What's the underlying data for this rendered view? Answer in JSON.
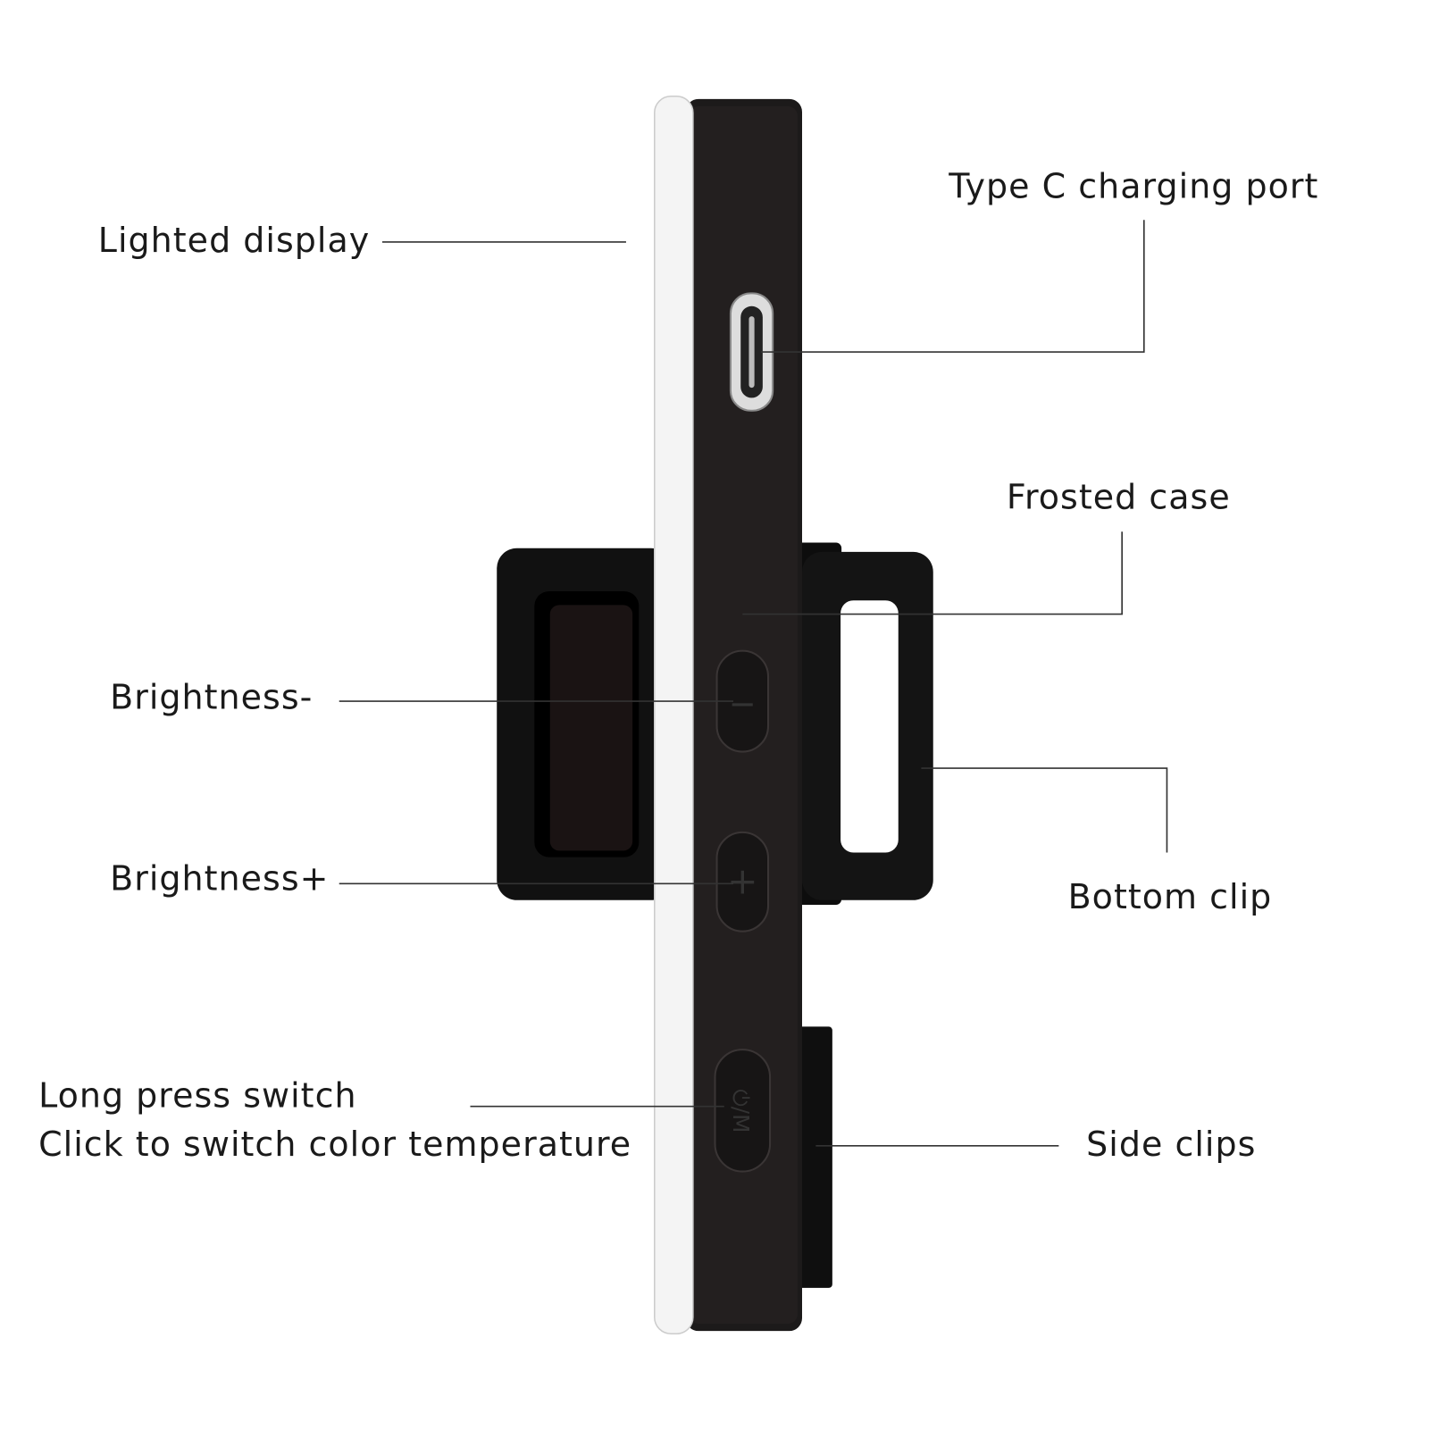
{
  "labels": {
    "lighted_display": "Lighted display",
    "type_c_port": "Type C charging port",
    "frosted_case": "Frosted case",
    "brightness_minus": "Brightness-",
    "brightness_plus": "Brightness+",
    "bottom_clip": "Bottom clip",
    "long_press_line1": "Long press switch",
    "long_press_line2": "Click to switch color temperature",
    "side_clips": "Side clips"
  },
  "button_glyphs": {
    "minus": "−",
    "plus": "+",
    "power_mode": "⏻/M"
  },
  "colors": {
    "body": "#1c1a1a",
    "light_strip": "#f4f4f4",
    "clip": "#111111"
  }
}
